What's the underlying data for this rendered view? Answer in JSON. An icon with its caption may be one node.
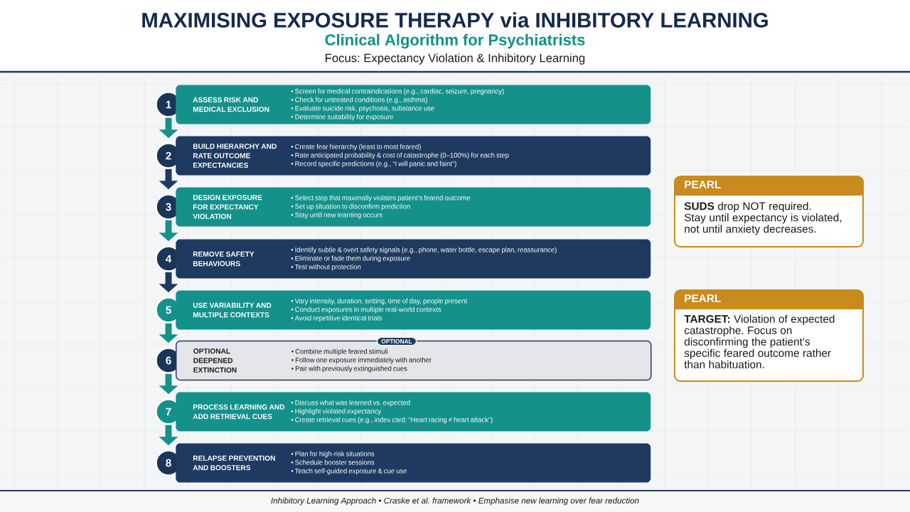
{
  "diagram": {
    "title": "MAXIMISING EXPOSURE THERAPY via INHIBITORY LEARNING",
    "nodes": [
      {
        "text": [
          "1"
        ]
      },
      {
        "text": [
          "ASSESS RISK AND MEDICAL EXCLUSION",
          "• Screen for medical contraindications (e.g., cardiac, seizure, pregnancy)",
          "• Check for untreated conditions (e.g., asthma)",
          "• Evaluate suicide risk, psychosis, substance use",
          "• Determine suitability for exposure"
        ]
      },
      {
        "text": [
          "2"
        ]
      },
      {
        "text": [
          "BUILD HIERARCHY AND RATE OUTCOME EXPECTANCIES",
          "• Create fear hierarchy (least to most feared)",
          "• Rate anticipated probability & cost of catastrophe (0–100%) for each step",
          "• Record specific predictions (e.g., “I will panic and faint”)"
        ]
      },
      {
        "text": [
          "3"
        ]
      },
      {
        "text": [
          "DESIGN EXPOSURE FOR EXPECTANCY VIOLATION",
          "• Select step that maximally violates patient’s feared outcome",
          "• Set up situation to disconfirm prediction",
          "• Stay until new learning occurs"
        ]
      },
      {
        "text": [
          "4"
        ]
      },
      {
        "text": [
          "REMOVE SAFETY BEHAVIOURS",
          "• Identify subtle & overt safety signals (e.g., phone, water bottle, escape plan, reassurance)",
          "• Eliminate or fade them during exposure",
          "• Test without protection"
        ]
      },
      {
        "text": [
          "5"
        ]
      },
      {
        "text": [
          "USE VARIABILITY AND MULTIPLE CONTEXTS",
          "• Vary intensity, duration, setting, time of day, people present",
          "• Conduct exposures in multiple real-world contexts",
          "• Avoid repetitive identical trials"
        ]
      },
      {
        "text": [
          "6"
        ]
      },
      {
        "text": [
          "OPTIONAL",
          "OPTIONAL DEEPENED EXTINCTION",
          "• Combine multiple feared stimuli",
          "• Follow one exposure immediately with another",
          "• Pair with previously extinguished cues"
        ]
      },
      {
        "text": [
          "7"
        ]
      },
      {
        "text": [
          "PROCESS LEARNING AND ADD RETRIEVAL CUES",
          "• Discuss what was learned vs. expected",
          "• Highlight violated expectancy",
          "• Create retrieval cues (e.g., index card: “Heart racing ≠ heart attack”)"
        ]
      },
      {
        "text": [
          "8"
        ]
      },
      {
        "text": [
          "RELAPSE PREVENTION AND BOOSTERS",
          "• Plan for high-risk situations",
          "• Schedule booster sessions",
          "• Teach self-guided exposure & cue use"
        ]
      },
      {
        "text": [
          "PEARL",
          "**SUDS** drop NOT required.",
          "Stay until expectancy is violated, not until anxiety decreases."
        ]
      },
      {
        "text": [
          "PEARL",
          "**TARGET:** Violation of expected catastrophe. Focus on disconfirming the patient’s specific feared outcome rather than habituation."
        ]
      }
    ],
    "edges": [
      {
        "from": 0,
        "to": 2,
        "arrow": "to"
      },
      {
        "from": 2,
        "to": 4,
        "arrow": "to",
        "color": "#1e3a60"
      },
      {
        "from": 4,
        "to": 6,
        "arrow": "to"
      },
      {
        "from": 6,
        "to": 8,
        "arrow": "to",
        "color": "#1e3a60"
      },
      {
        "from": 8,
        "to": 10,
        "arrow": "to"
      },
      {
        "from": 10,
        "to": 12,
        "arrow": "to"
      },
      {
        "from": 12,
        "to": 14,
        "arrow": "to"
      }
    ],
    "labels": [
      "Clinical Algorithm for Psychiatrists",
      "Focus: Expectancy Violation & Inhibitory Learning"
    ],
    "caption": "Inhibitory Learning Approach • Craske et al. framework • Emphasise new learning over fear reduction"
  }
}
